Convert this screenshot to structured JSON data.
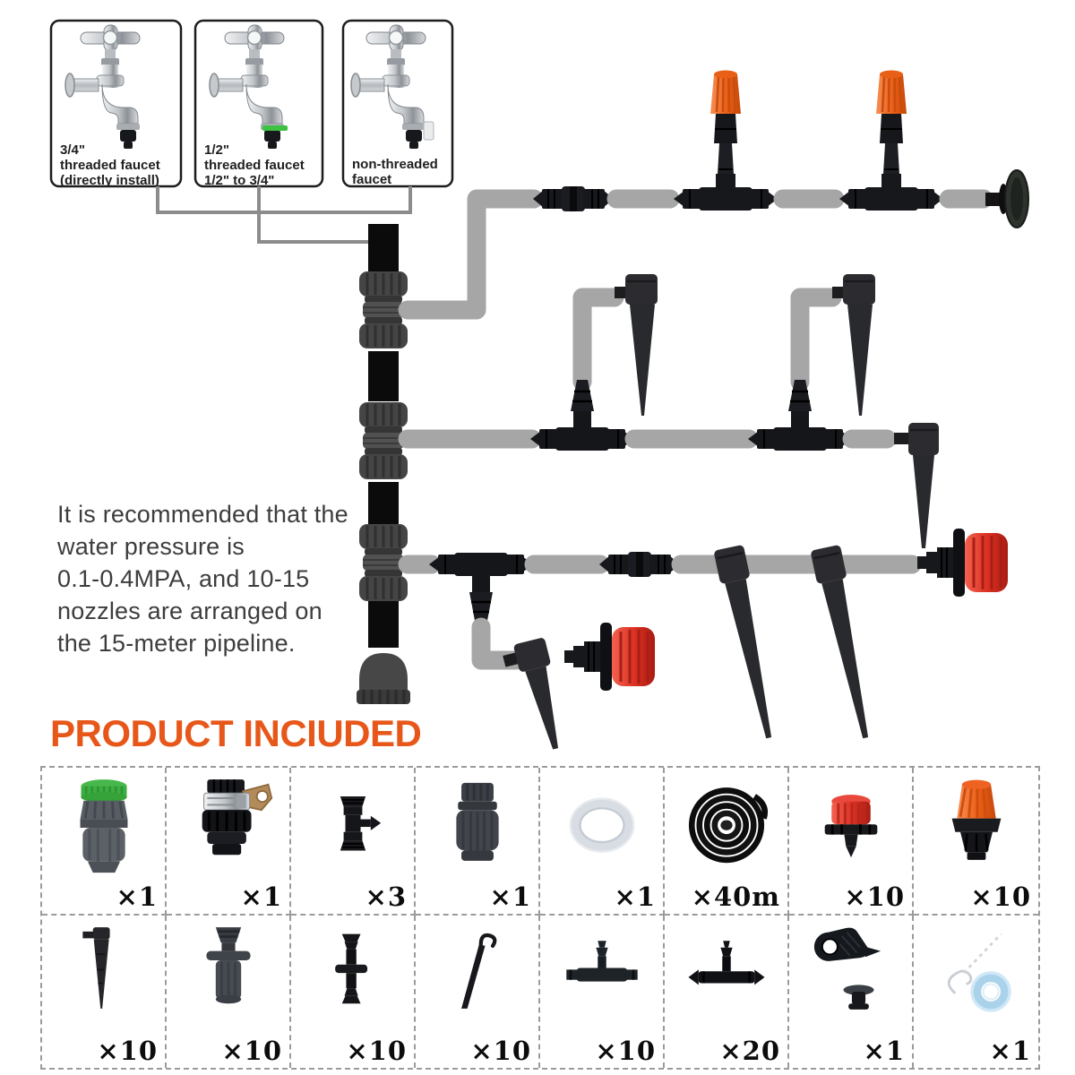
{
  "faucets": [
    {
      "line1": "3/4\"",
      "line2": "threaded faucet",
      "line3": "(directly install)"
    },
    {
      "line1": "1/2\"",
      "line2": "threaded faucet",
      "line3": "1/2\" to 3/4\""
    },
    {
      "line1": "non-threaded",
      "line2": "faucet"
    }
  ],
  "note": {
    "line1": "It is recommended that the",
    "line2": "water pressure is",
    "line3": "0.1-0.4MPA, and 10-15",
    "line4": "nozzles are arranged on",
    "line5": "the 15-meter pipeline."
  },
  "section_title": "PRODUCT INCIUDED",
  "products": {
    "row1": [
      {
        "name": "faucet-quick-connector",
        "qty": "×1"
      },
      {
        "name": "universal-tap-adapter",
        "qty": "×1"
      },
      {
        "name": "barbed-coupler-with-valve",
        "qty": "×3"
      },
      {
        "name": "hose-connector",
        "qty": "×1"
      },
      {
        "name": "sealing-ring",
        "qty": "×1"
      },
      {
        "name": "distribution-hose",
        "qty": "×40m"
      },
      {
        "name": "adjustable-dripper",
        "qty": "×10"
      },
      {
        "name": "misting-nozzle",
        "qty": "×10"
      }
    ],
    "row2": [
      {
        "name": "drip-stake",
        "qty": "×10"
      },
      {
        "name": "straight-plug-connector",
        "qty": "×10"
      },
      {
        "name": "double-barb-connector",
        "qty": "×10"
      },
      {
        "name": "support-pin",
        "qty": "×10"
      },
      {
        "name": "single-barb-tee",
        "qty": "×10"
      },
      {
        "name": "barbed-tee",
        "qty": "×20"
      },
      {
        "name": "hole-punch-and-plug",
        "qty": "×1"
      },
      {
        "name": "tie-and-teflon-tape",
        "qty": "×1"
      }
    ]
  },
  "colors": {
    "accent_orange": "#e8571a",
    "nozzle_orange": "#ea5f14",
    "dripper_red": "#d92f22",
    "pipe_gray": "#a6a6a6",
    "hose_black": "#0b0b0b",
    "connector_green": "#3dc242"
  }
}
